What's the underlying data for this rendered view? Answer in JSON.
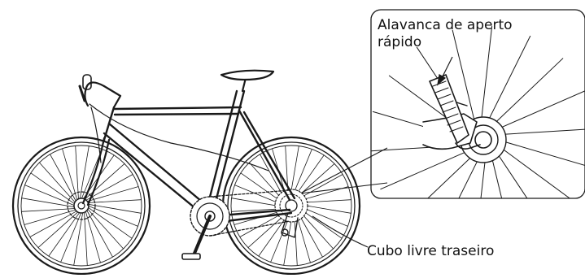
{
  "labels": {
    "quick_release_line1": "Alavanca de aperto",
    "quick_release_line2": "rápido",
    "rear_hub": "Cubo livre traseiro"
  },
  "colors": {
    "ink": "#1a1a1a",
    "background": "#ffffff"
  },
  "icons": {
    "bicycle": "bicycle-illustration",
    "callout": "quick-release-detail"
  }
}
